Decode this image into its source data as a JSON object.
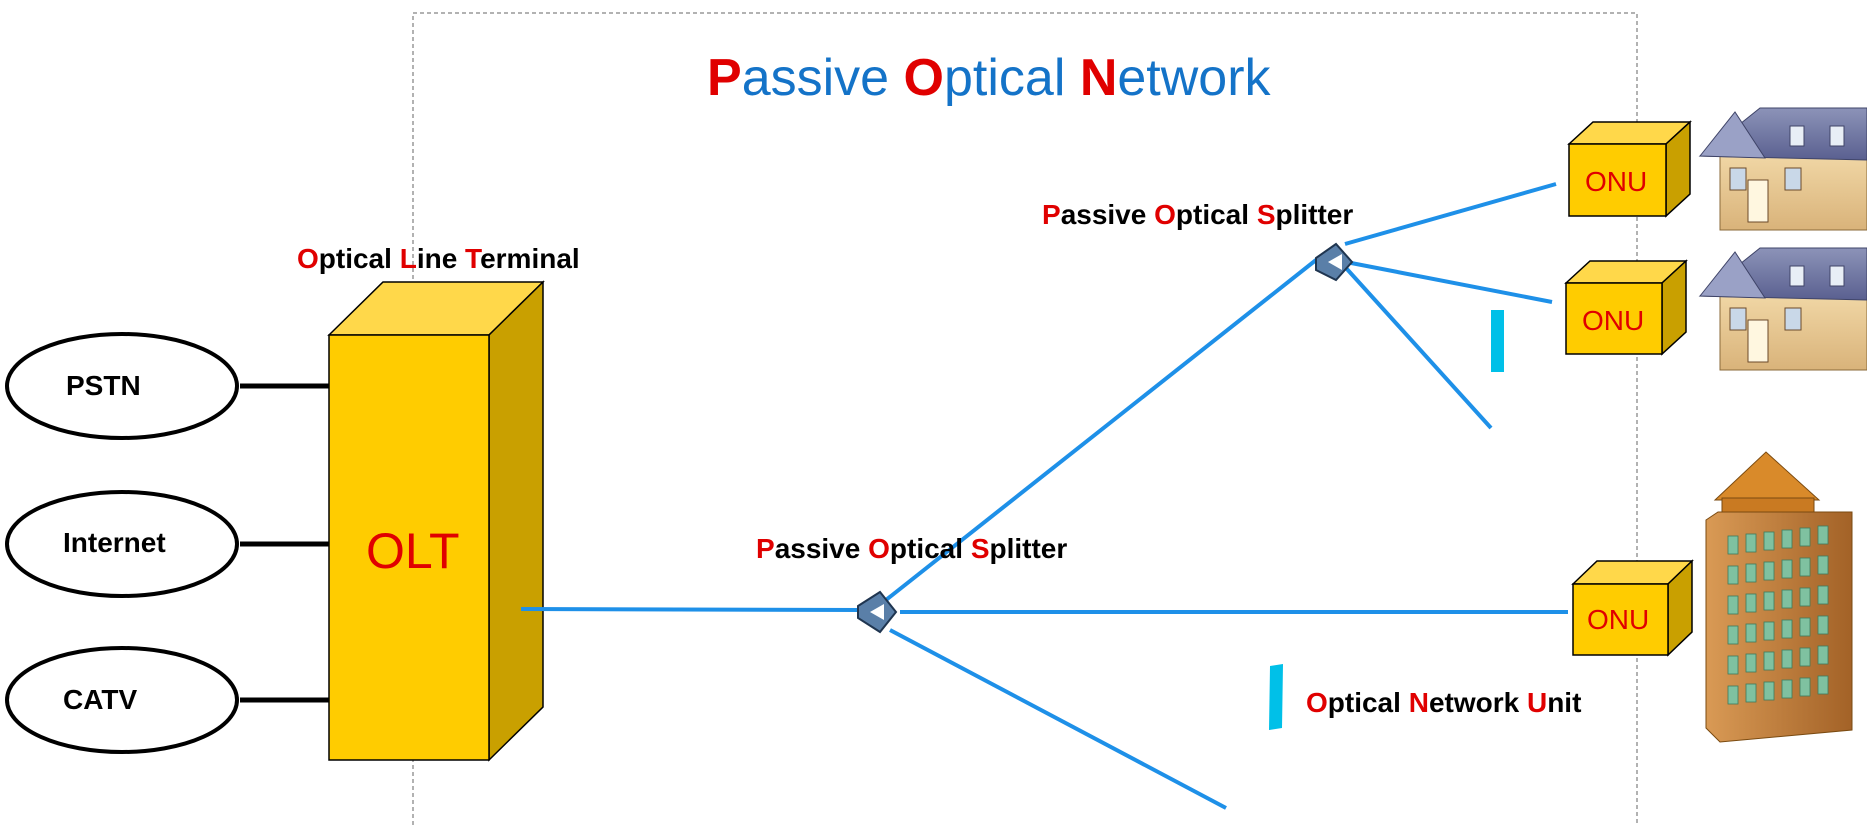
{
  "title": {
    "p1": "P",
    "p2": "assive ",
    "p3": "O",
    "p4": "ptical ",
    "p5": "N",
    "p6": "etwork"
  },
  "olt_caption": {
    "p1": "O",
    "p2": "ptical ",
    "p3": "L",
    "p4": "ine ",
    "p5": "T",
    "p6": "erminal"
  },
  "olt_label": "OLT",
  "sources": [
    {
      "label": "PSTN"
    },
    {
      "label": "Internet"
    },
    {
      "label": "CATV"
    }
  ],
  "splitter_main": {
    "p1": "P",
    "p2": "assive ",
    "p3": "O",
    "p4": "ptical ",
    "p5": "S",
    "p6": "plitter"
  },
  "splitter_upper": {
    "p1": "P",
    "p2": "assive ",
    "p3": "O",
    "p4": "ptical ",
    "p5": "S",
    "p6": "plitter"
  },
  "onu_caption": {
    "p1": "O",
    "p2": "ptical ",
    "p3": "N",
    "p4": "etwork ",
    "p5": "U",
    "p6": "nit"
  },
  "onus": [
    {
      "label": "ONU"
    },
    {
      "label": "ONU"
    },
    {
      "label": "ONU"
    }
  ],
  "colors": {
    "fiber": "#1e90e8",
    "olt_front": "#ffcc00",
    "olt_side": "#c9a000",
    "accent_red": "#e00000",
    "title_blue": "#1473c8",
    "marker_cyan": "#00c0e8"
  }
}
